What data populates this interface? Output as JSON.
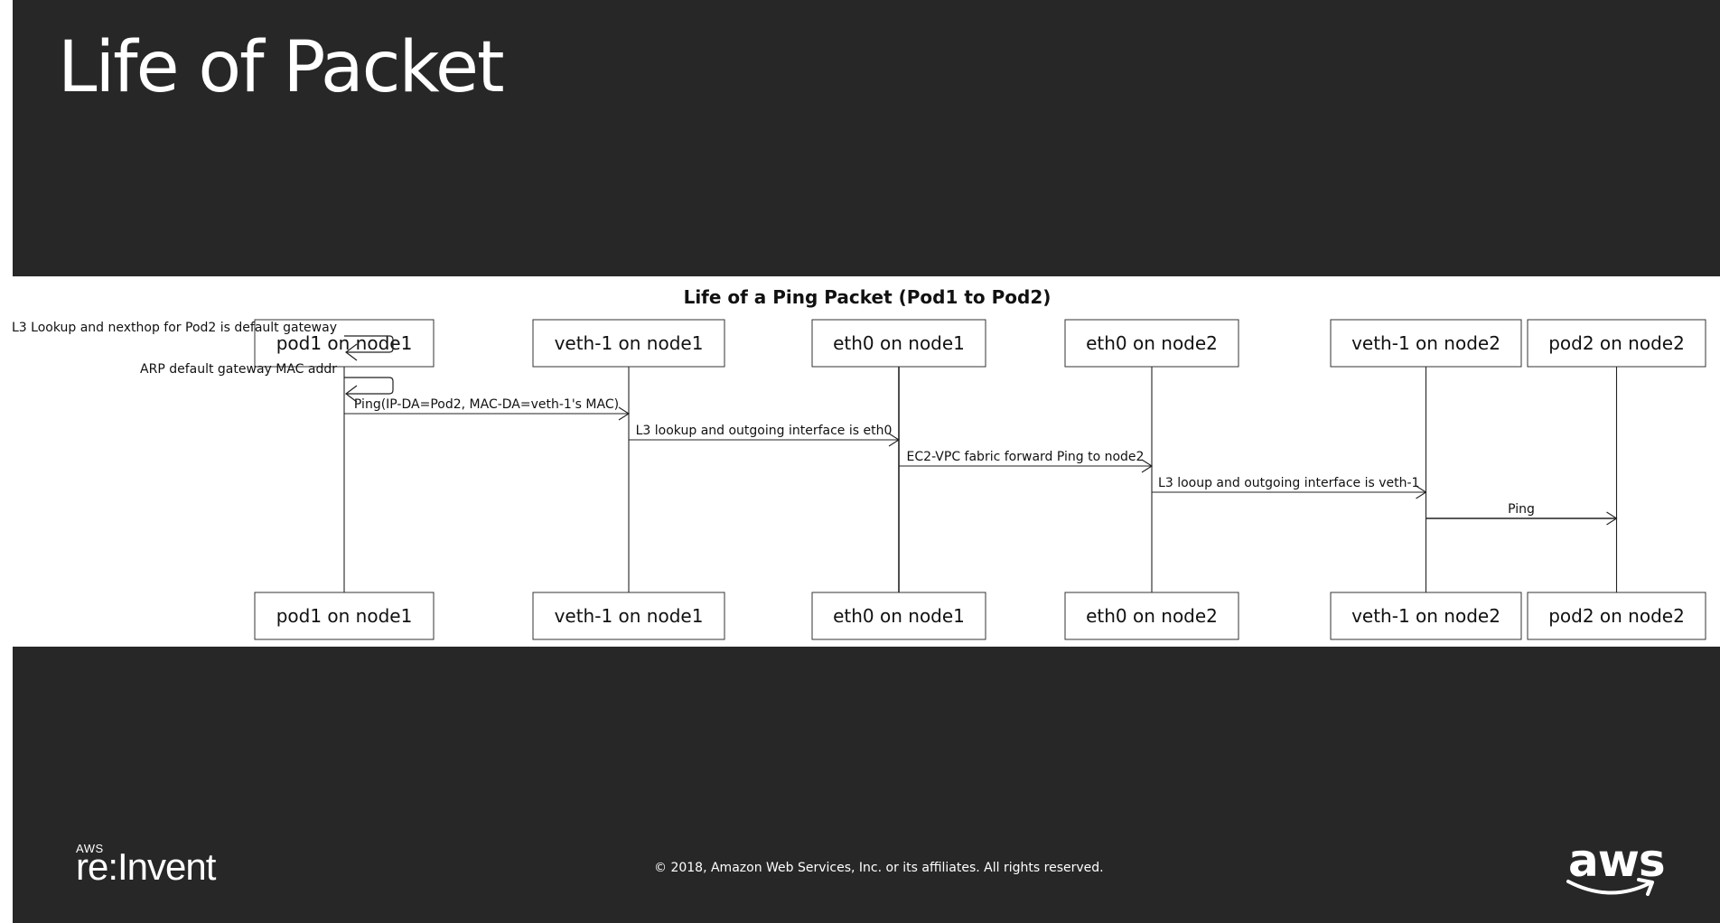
{
  "slide": {
    "title": "Life of Packet"
  },
  "diagram": {
    "title": "Life of a Ping Packet (Pod1 to Pod2)",
    "participants": [
      "pod1 on node1",
      "veth-1 on node1",
      "eth0 on node1",
      "eth0 on node2",
      "veth-1 on node2",
      "pod2 on node2"
    ],
    "messages": [
      {
        "from": 0,
        "to": 0,
        "label": "L3 Lookup and nexthop for Pod2 is default gateway"
      },
      {
        "from": 0,
        "to": 0,
        "label": "ARP default gateway MAC addr"
      },
      {
        "from": 0,
        "to": 1,
        "label": "Ping(IP-DA=Pod2, MAC-DA=veth-1's MAC)"
      },
      {
        "from": 1,
        "to": 2,
        "label": "L3 lookup and outgoing interface is eth0"
      },
      {
        "from": 2,
        "to": 3,
        "label": "EC2-VPC fabric forward Ping to node2"
      },
      {
        "from": 3,
        "to": 4,
        "label": "L3 looup and outgoing interface is veth-1"
      },
      {
        "from": 4,
        "to": 5,
        "label": "Ping"
      }
    ]
  },
  "footer": {
    "brand_small": "AWS",
    "brand_event": "re:Invent",
    "copyright": "© 2018, Amazon Web Services, Inc. or its affiliates. All rights reserved.",
    "logo_text": "aws"
  },
  "colors": {
    "background": "#272727",
    "panel": "#ffffff",
    "line": "#222222",
    "text": "#ffffff"
  }
}
